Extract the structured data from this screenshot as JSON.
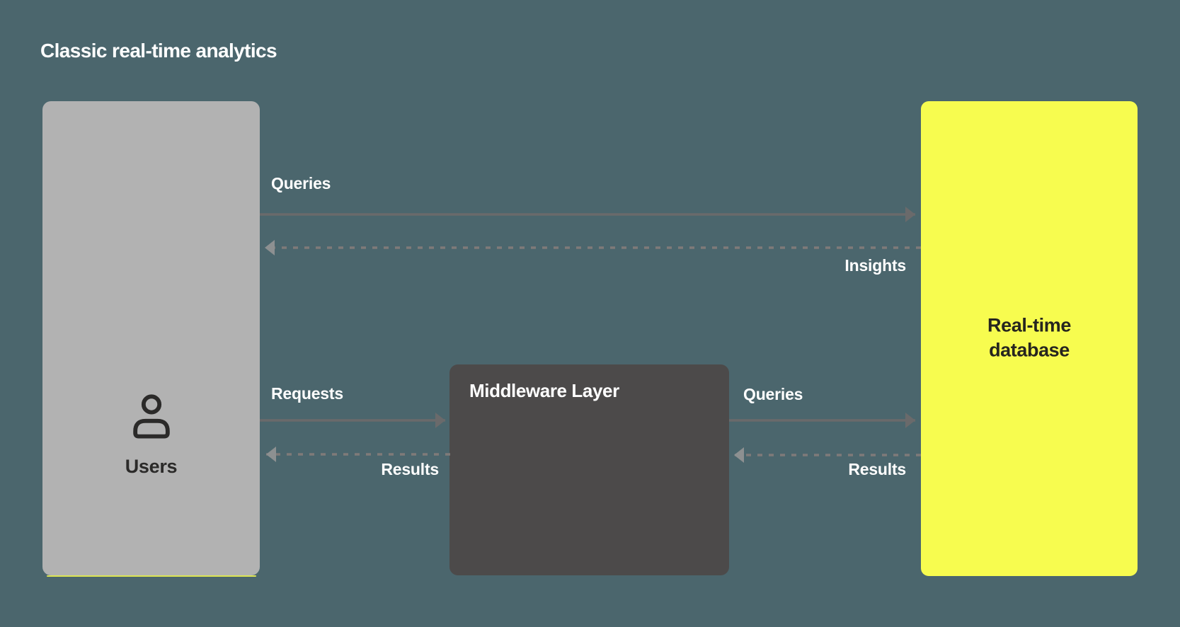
{
  "title": "Classic real-time analytics",
  "colors": {
    "background": "#4b666d",
    "users_box": "#b2b2b2",
    "middleware_box": "#4c4a4a",
    "database_box": "#f7fc4f",
    "solid_arrow": "#6a6a6b",
    "dashed_arrow": "#7f7a79",
    "dashed_arrow_head": "#8d9091",
    "light_text": "#ffffff",
    "dark_text": "#2b2a29"
  },
  "nodes": {
    "users": {
      "label": "Users",
      "icon": "user-icon"
    },
    "middleware": {
      "label": "Middleware Layer"
    },
    "database": {
      "label": "Real-time database"
    }
  },
  "edges": [
    {
      "id": "users-to-database",
      "label": "Queries",
      "style": "solid",
      "direction": "right"
    },
    {
      "id": "database-to-users",
      "label": "Insights",
      "style": "dashed",
      "direction": "left"
    },
    {
      "id": "users-to-middleware",
      "label": "Requests",
      "style": "solid",
      "direction": "right"
    },
    {
      "id": "middleware-to-users",
      "label": "Results",
      "style": "dashed",
      "direction": "left"
    },
    {
      "id": "middleware-to-database",
      "label": "Queries",
      "style": "solid",
      "direction": "right"
    },
    {
      "id": "database-to-middleware",
      "label": "Results",
      "style": "dashed",
      "direction": "left"
    }
  ]
}
